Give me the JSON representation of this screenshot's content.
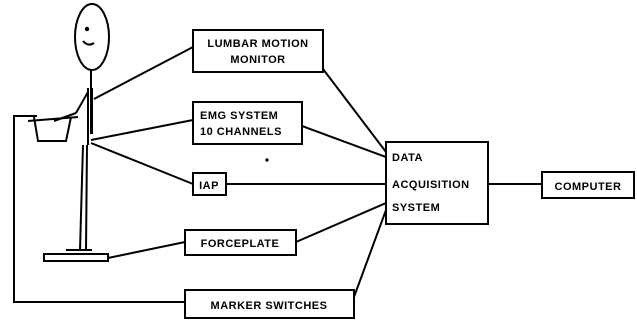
{
  "diagram": {
    "boxes": {
      "lumbar_motion_monitor": [
        "LUMBAR MOTION",
        "MONITOR"
      ],
      "emg_system": [
        "EMG SYSTEM",
        "10 CHANNELS"
      ],
      "iap": [
        "IAP"
      ],
      "forceplate": [
        "FORCEPLATE"
      ],
      "marker_switches": [
        "MARKER SWITCHES"
      ],
      "data_acquisition": [
        "DATA",
        "ACQUISITION",
        "SYSTEM"
      ],
      "computer": [
        "COMPUTER"
      ]
    }
  }
}
